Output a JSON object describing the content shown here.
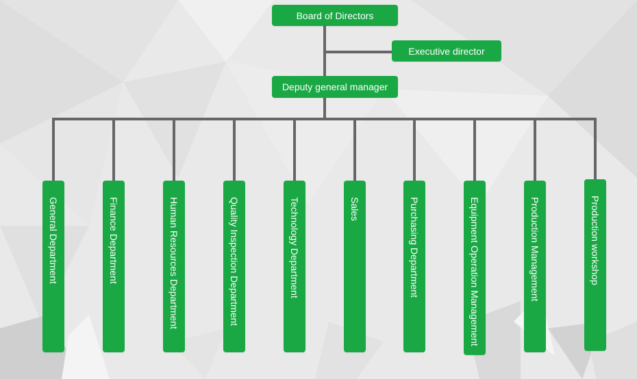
{
  "org_chart": {
    "top": "Board of Directors",
    "side": "Executive director",
    "middle": "Deputy general manager",
    "departments": [
      "General Department",
      "Finance Department",
      "Human Resources Department",
      "Quality Inspection Department",
      "Technology Department",
      "Sales",
      "Purchasing Department",
      "Equipment Operation Management",
      "Production Management",
      "Production workshop"
    ]
  },
  "colors": {
    "node": "#1aa844",
    "connector": "#666666",
    "background": "#e9e9e9"
  }
}
